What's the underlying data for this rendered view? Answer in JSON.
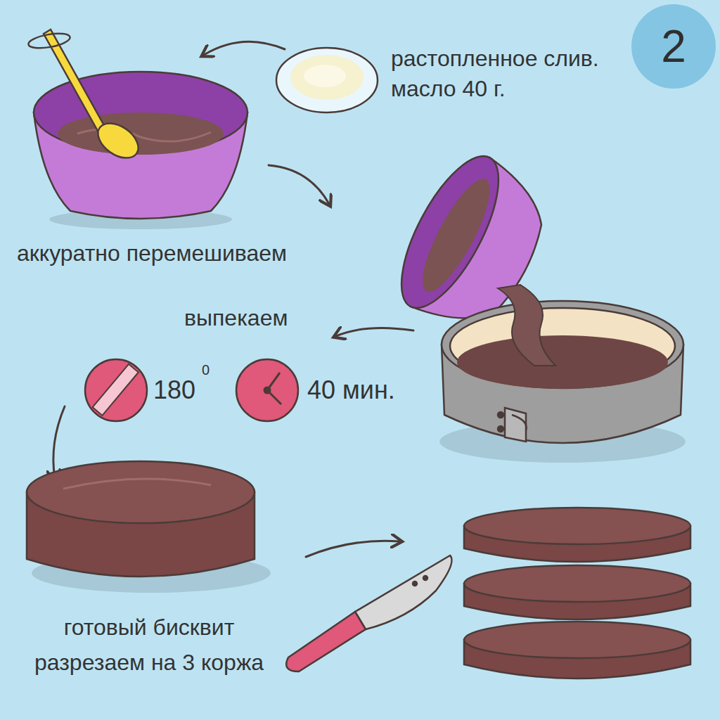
{
  "diagram": {
    "nodes": [
      {
        "text": [
          "2"
        ]
      }
    ],
    "labels": [
      "растопленное слив. масло 40 г.",
      "аккуратно перемешиваем",
      "выпекаем",
      "180",
      "0",
      "40 мин.",
      "готовый бисквит разрезаем на 3 коржа"
    ]
  }
}
